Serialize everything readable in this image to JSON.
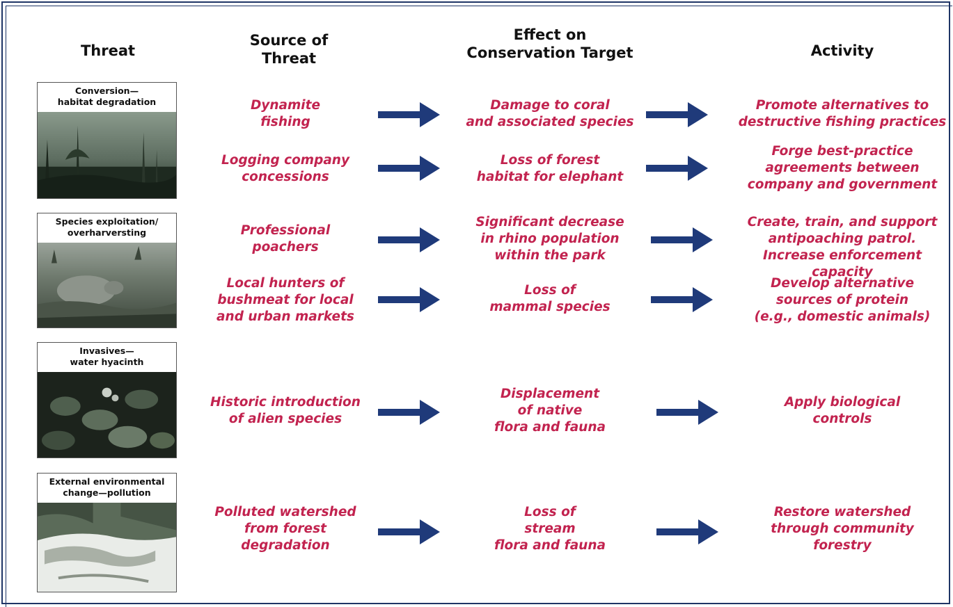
{
  "headers": {
    "threat": "Threat",
    "source": "Source of\nThreat",
    "effect": "Effect on\nConservation Target",
    "activity": "Activity"
  },
  "threat_panels": [
    {
      "label": "Conversion—\nhabitat degradation",
      "photo_icon": "forest-clearing-photo"
    },
    {
      "label": "Species exploitation/\noverharversting",
      "photo_icon": "rhino-photo"
    },
    {
      "label": "Invasives—\nwater hyacinth",
      "photo_icon": "water-hyacinth-photo"
    },
    {
      "label": "External environmental\nchange—pollution",
      "photo_icon": "polluted-stream-photo"
    }
  ],
  "rows": [
    {
      "source": "Dynamite\nfishing",
      "effect": "Damage to coral\nand associated species",
      "activity": "Promote alternatives to\ndestructive fishing practices"
    },
    {
      "source": "Logging company\nconcessions",
      "effect": "Loss of forest\nhabitat for elephant",
      "activity": "Forge best-practice\nagreements between\ncompany and government"
    },
    {
      "source": "Professional\npoachers",
      "effect": "Significant decrease\nin rhino population\nwithin the park",
      "activity": "Create, train, and support\nantipoaching patrol.\nIncrease enforcement capacity"
    },
    {
      "source": "Local hunters of\nbushmeat for local\nand urban markets",
      "effect": "Loss of\nmammal species",
      "activity": "Develop alternative\nsources of protein\n(e.g., domestic animals)"
    },
    {
      "source": "Historic introduction\nof alien species",
      "effect": "Displacement\nof native\nflora and fauna",
      "activity": "Apply biological\ncontrols"
    },
    {
      "source": "Polluted watershed\nfrom forest\ndegradation",
      "effect": "Loss of\nstream\nflora and fauna",
      "activity": "Restore watershed\nthrough community\nforestry"
    }
  ],
  "colors": {
    "frame": "#1f3566",
    "arrow": "#1f3a7a",
    "flow_text": "#c2234f",
    "header_text": "#111111"
  },
  "arrow_icon": "right-arrow-icon"
}
